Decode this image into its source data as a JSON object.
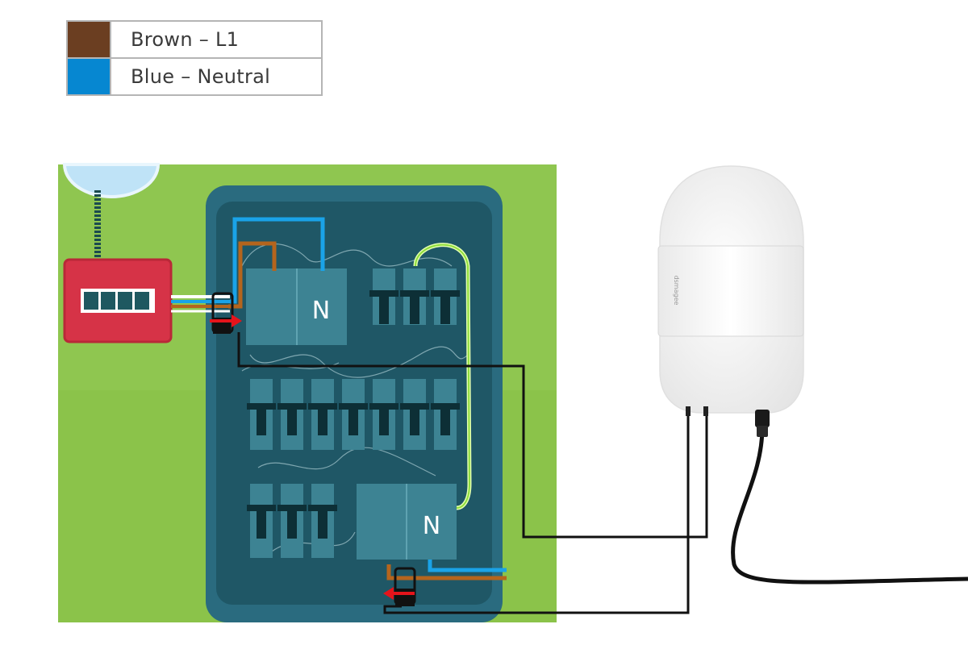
{
  "legend": [
    {
      "label": "Brown – L1",
      "color": "#6b3e21"
    },
    {
      "label": "Blue – Neutral",
      "color": "#0687d1"
    }
  ],
  "panel": {
    "main_switch_label": "N",
    "rcd_label": "N",
    "background_color": "#8bc34a",
    "board_color": "#2f6f83",
    "meter_color": "#d63347"
  },
  "device": {
    "brand_text": "dsmagee"
  },
  "wire_colors": {
    "live": "#b5651d",
    "neutral": "#1aa3e8",
    "earth": "#c6ff6a",
    "sensor": "#000000",
    "clamp_arrow": "#e5141b"
  }
}
